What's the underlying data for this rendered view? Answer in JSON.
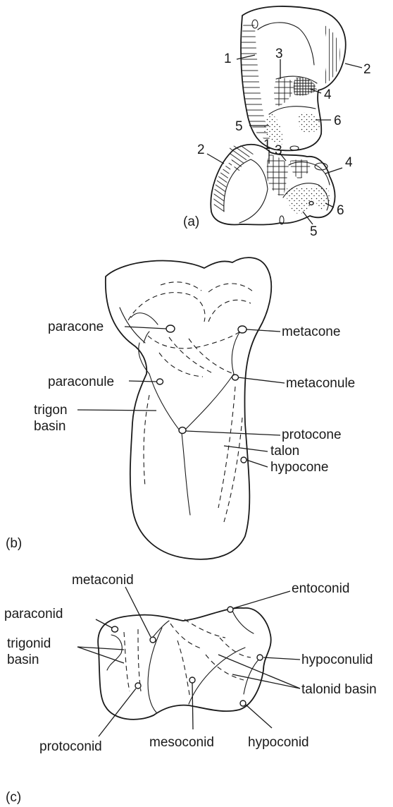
{
  "panel_a": {
    "caption": "(a)",
    "upper_numbers": [
      "1",
      "2",
      "3",
      "4",
      "5",
      "6"
    ],
    "lower_numbers": [
      "1",
      "2",
      "3",
      "4",
      "5",
      "6"
    ]
  },
  "panel_b": {
    "caption": "(b)",
    "labels": {
      "paracone": "paracone",
      "metacone": "metacone",
      "paraconule": "paraconule",
      "metaconule": "metaconule",
      "trigon_basin_1": "trigon",
      "trigon_basin_2": "basin",
      "protocone": "protocone",
      "talon": "talon",
      "hypocone": "hypocone"
    }
  },
  "panel_c": {
    "caption": "(c)",
    "labels": {
      "metaconid": "metaconid",
      "entoconid": "entoconid",
      "paraconid": "paraconid",
      "trigonid_basin_1": "trigonid",
      "trigonid_basin_2": "basin",
      "hypoconulid": "hypoconulid",
      "talonid_basin": "talonid basin",
      "protoconid": "protoconid",
      "mesoconid": "mesoconid",
      "hypoconid": "hypoconid"
    }
  }
}
